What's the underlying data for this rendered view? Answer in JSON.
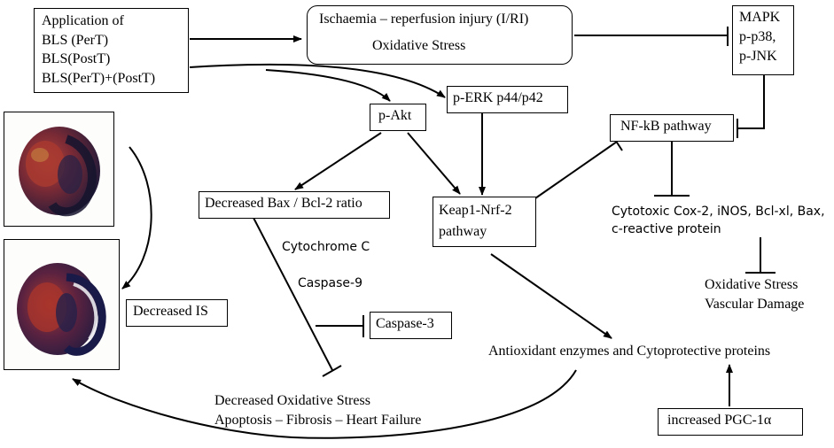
{
  "treatment": [
    "Application of",
    "BLS (PerT)",
    "BLS(PostT)",
    "BLS(PerT)+(PostT)"
  ],
  "injury": {
    "line1": "Ischaemia – reperfusion injury (I/RI)",
    "line2": "Oxidative Stress"
  },
  "mapk": [
    "MAPK",
    "p-p38,",
    "p-JNK"
  ],
  "perk": "p-ERK p44/p42",
  "pakt": "p-Akt",
  "nfkb": "NF-kB pathway",
  "bax": "Decreased Bax / Bcl-2 ratio",
  "keap": [
    "Keap1-Nrf-2",
    "pathway"
  ],
  "cytotoxic": [
    "Cytotoxic Cox-2, iNOS, Bcl-xl, Bax,",
    "c-reactive protein"
  ],
  "cytochrome": "Cytochrome C",
  "caspase9": "Caspase-9",
  "caspase3": "Caspase-3",
  "oxvasc": [
    "Oxidative Stress",
    "Vascular Damage"
  ],
  "decreased_is": "Decreased IS",
  "antioxidant": "Antioxidant enzymes and Cytoprotective proteins",
  "decreased_ox": [
    "Decreased Oxidative Stress",
    "Apoptosis – Fibrosis – Heart Failure"
  ],
  "pgc": "increased PGC-1α"
}
